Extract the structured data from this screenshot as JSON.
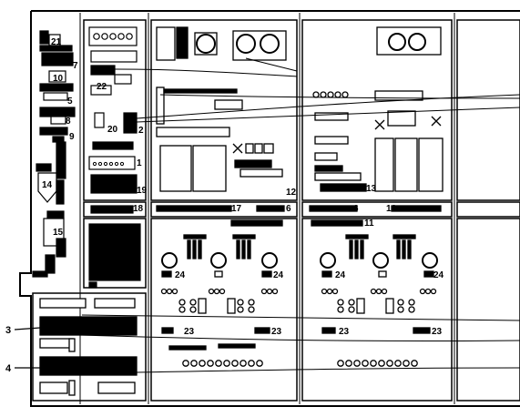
{
  "labels": {
    "n21": "21",
    "n7": "7",
    "n10": "10",
    "n22": "22",
    "n5": "5",
    "n8": "8",
    "n20": "20",
    "n2": "2",
    "n9": "9",
    "n1": "1",
    "n14": "14",
    "n19": "19",
    "n18": "18",
    "n17": "17",
    "n6a": "6",
    "n12": "12",
    "n6b": "6",
    "n16": "16",
    "n13": "13",
    "n11": "11",
    "n15": "15",
    "n24a": "24",
    "n24b": "24",
    "n24c": "24",
    "n24d": "24",
    "n23a": "23",
    "n23b": "23",
    "n23c": "23",
    "n23d": "23",
    "n3": "3",
    "n4": "4"
  },
  "colors": {
    "ink": "#000000",
    "paper": "#ffffff",
    "line": "#222222",
    "gray": "#777777"
  }
}
